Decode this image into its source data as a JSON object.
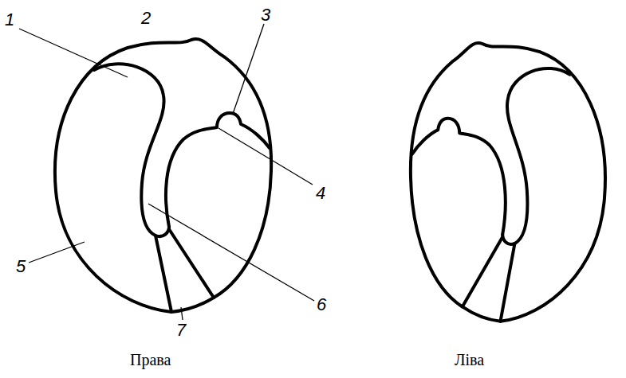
{
  "diagram": {
    "labels": [
      "1",
      "2",
      "3",
      "4",
      "5",
      "6",
      "7",
      "Права",
      "Ліва"
    ]
  }
}
